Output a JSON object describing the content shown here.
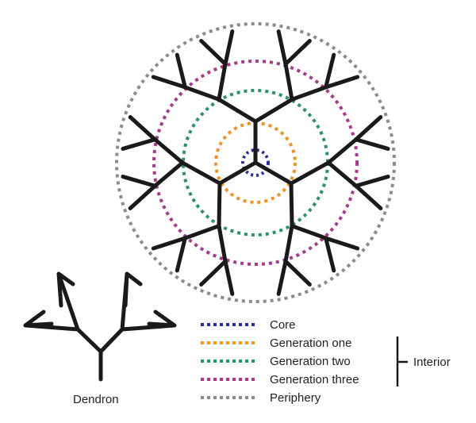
{
  "colors": {
    "branch": "#1a1a1a",
    "core": "#2b2f94",
    "generation_one": "#f0922b",
    "generation_two": "#2e8f73",
    "generation_three": "#a63a8e",
    "periphery": "#8c8c8c"
  },
  "labels": {
    "dendron": "Dendron",
    "interior": "Interior"
  },
  "legend": [
    {
      "key": "core",
      "label": "Core"
    },
    {
      "key": "generation_one",
      "label": "Generation one"
    },
    {
      "key": "generation_two",
      "label": "Generation two"
    },
    {
      "key": "generation_three",
      "label": "Generation three"
    },
    {
      "key": "periphery",
      "label": "Periphery"
    }
  ]
}
